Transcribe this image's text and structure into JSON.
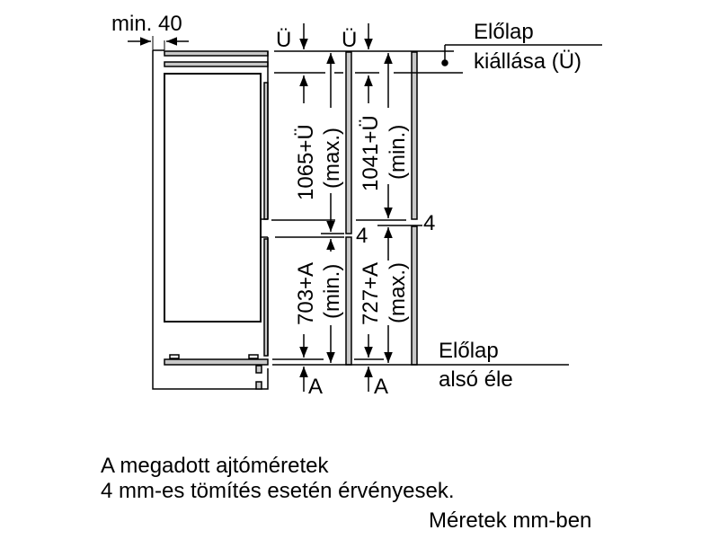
{
  "diagram": {
    "type": "built-in fridge installation dimension drawing",
    "labels": {
      "side_gap": "min. 40",
      "overhang_symbol_1": "Ü",
      "overhang_symbol_2": "Ü",
      "front_overhang_line1": "Előlap",
      "front_overhang_line2": "kiállása (Ü)",
      "upper_door_max_value": "1065+Ü",
      "upper_door_max_qualifier": "(max.)",
      "upper_door_min_value": "1041+Ü",
      "upper_door_min_qualifier": "(min.)",
      "gap_left": "4",
      "gap_right": "4",
      "lower_door_min_value": "703+A",
      "lower_door_min_qualifier": "(min.)",
      "lower_door_max_value": "727+A",
      "lower_door_max_qualifier": "(max.)",
      "bottom_symbol_1": "A",
      "bottom_symbol_2": "A",
      "front_bottom_line1": "Előlap",
      "front_bottom_line2": "alsó éle"
    },
    "colors": {
      "line": "#000000",
      "panel_fill": "#c8c8c8",
      "background": "#ffffff"
    }
  },
  "notes": {
    "line1": "A megadott ajtóméretek",
    "line2": "4 mm-es tömítés esetén érvényesek.",
    "units": "Méretek mm-ben"
  }
}
